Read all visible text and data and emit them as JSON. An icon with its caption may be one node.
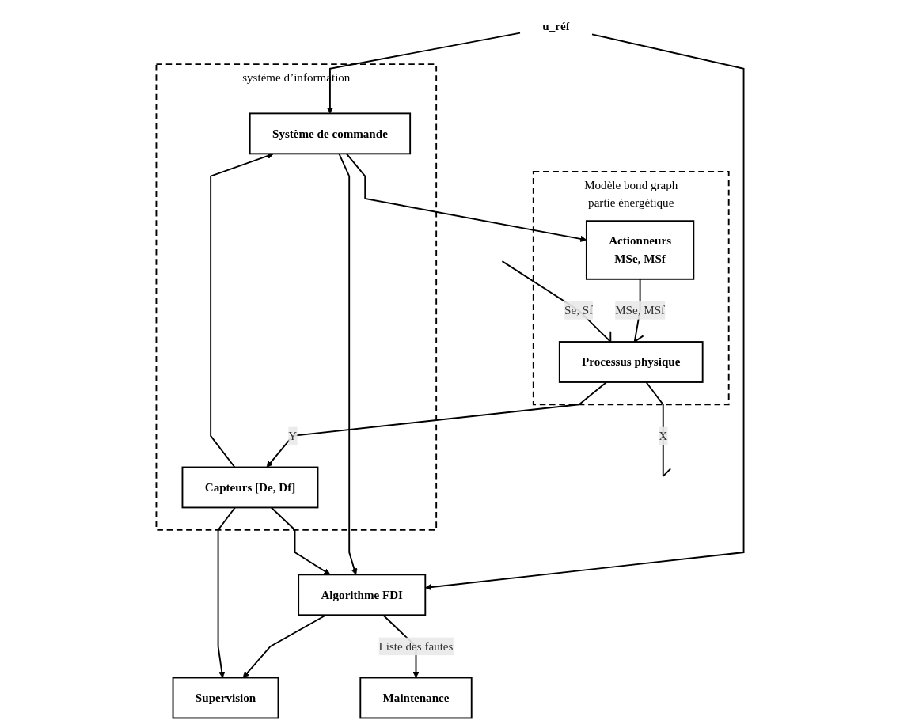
{
  "diagram": {
    "nodes": [
      {
        "text": [
          "Supervision"
        ]
      },
      {
        "text": [
          "Maintenance"
        ]
      },
      {
        "text": [
          "Algorithme FDI"
        ]
      },
      {
        "text": [
          "u_réf"
        ]
      },
      {
        "text": [
          "système d’information"
        ]
      },
      {
        "text": [
          "Système de commande"
        ],
        "in": 4
      },
      {
        "text": [
          "Capteurs [De, Df]"
        ],
        "in": 4
      },
      {
        "text": [
          "Modèle bond graph",
          "partie énergétique"
        ]
      },
      {
        "text": [
          "Actionneurs",
          "MSe, MSf"
        ],
        "in": 7
      },
      {
        "text": [
          "Processus physique"
        ],
        "in": 7
      }
    ],
    "edges": [
      {
        "from": 2,
        "to": 0,
        "arrow": "to"
      },
      {
        "from": 2,
        "to": 1,
        "arrow": "to",
        "label": "Liste des fautes"
      },
      {
        "from": 6,
        "to": 0,
        "arrow": "to"
      },
      {
        "from": 3,
        "to": 2,
        "arrow": "to"
      },
      {
        "from": 5,
        "to": 2,
        "arrow": "to"
      },
      {
        "from": 6,
        "to": 2,
        "arrow": "to"
      },
      {
        "from": 3,
        "to": 5,
        "arrow": "to"
      },
      {
        "from": 6,
        "to": 5,
        "arrow": "to"
      },
      {
        "from": 5,
        "to": 8,
        "arrow": "to"
      },
      {
        "from": 8,
        "to": 9,
        "arrow": "other",
        "label": "MSe, MSf"
      },
      {
        "from": null,
        "to": 9,
        "arrow": "other",
        "label": "Se, Sf"
      },
      {
        "from": 9,
        "to": 6,
        "arrow": "to",
        "label": "Y"
      },
      {
        "from": 9,
        "to": null,
        "arrow": "other",
        "label": "X"
      }
    ]
  }
}
